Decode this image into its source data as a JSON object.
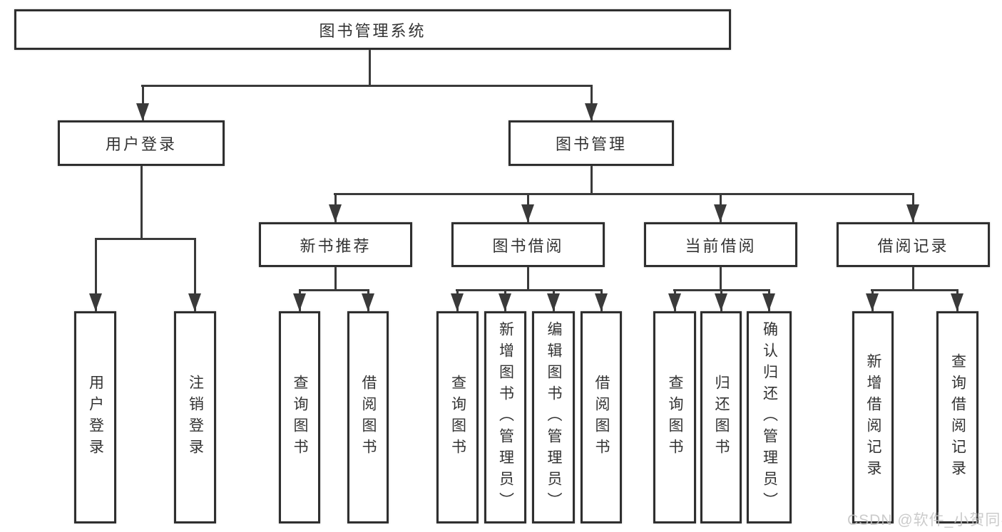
{
  "diagram": {
    "title": "图书管理系统",
    "user_login": {
      "label": "用户登录",
      "children": [
        "用户登录",
        "注销登录"
      ]
    },
    "book_mgmt": {
      "label": "图书管理",
      "modules": [
        {
          "label": "新书推荐",
          "children": [
            "查询图书",
            "借阅图书"
          ]
        },
        {
          "label": "图书借阅",
          "children": [
            "查询图书",
            "新增图书（管理员）",
            "编辑图书（管理员）",
            "借阅图书"
          ]
        },
        {
          "label": "当前借阅",
          "children": [
            "查询图书",
            "归还图书",
            "确认归还（管理员）"
          ]
        },
        {
          "label": "借阅记录",
          "children": [
            "新增借阅记录",
            "查询借阅记录"
          ]
        }
      ]
    }
  },
  "watermark": {
    "text": "CSDN @软件_小贺同学"
  },
  "colors": {
    "line": "#3a3a3a",
    "border": "#2f2f2f",
    "text": "#333333",
    "watermark_gray": "#c2c2c2",
    "background": "#ffffff"
  }
}
